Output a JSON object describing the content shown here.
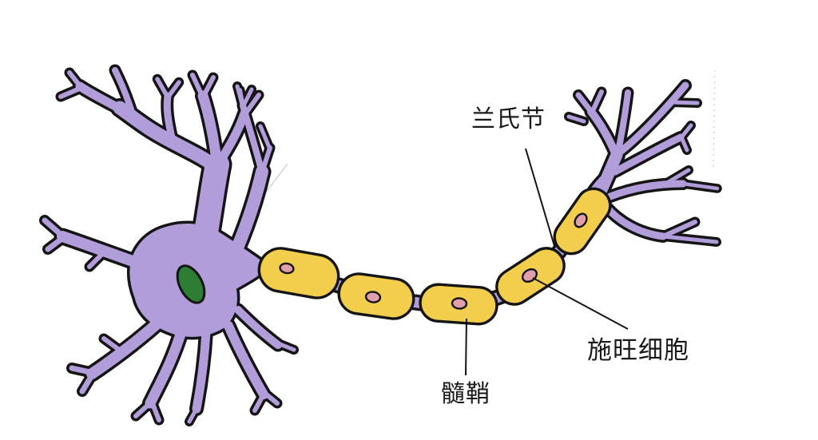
{
  "figure": {
    "type": "biology-diagram",
    "subject": "neuron-with-myelinated-axon",
    "labels": {
      "node_of_ranvier": "兰氏节",
      "schwann_cell": "施旺细胞",
      "myelin_sheath": "髓鞘"
    },
    "parts": {
      "soma": "cell body with green nucleus",
      "dendrites": "branched purple processes upper/lower left",
      "axon": "purple fiber with 5 yellow myelin segments",
      "axon_terminals": "branched purple processes upper right",
      "myelin_segment_count": 5
    }
  },
  "palette": {
    "bg": "#ffffff",
    "cell": "#b09dd9",
    "outline": "#151515",
    "myelin": "#f3ce4d",
    "nucleus": "#2e7d34",
    "schwannNucleus": "#dfa0ac",
    "labelColor": "#1a1a1a"
  }
}
